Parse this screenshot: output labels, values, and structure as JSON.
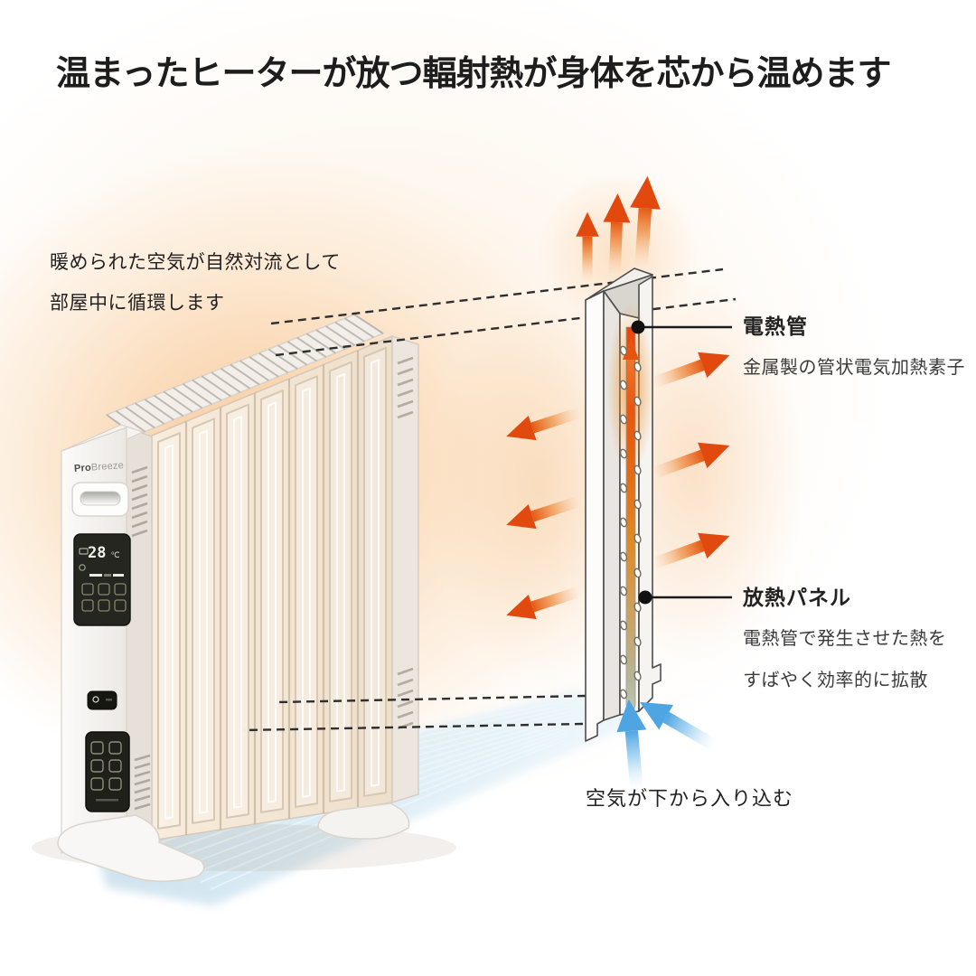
{
  "title": "温まったヒーターが放つ輻射熱が身体を芯から温めます",
  "convection_note": {
    "line1": "暖められた空気が自然対流として",
    "line2": "部屋中に循環します"
  },
  "callouts": {
    "heating_tube": {
      "label": "電熱管",
      "description": "金属製の管状電気加熱素子"
    },
    "radiator_panel": {
      "label": "放熱パネル",
      "description_line1": "電熱管で発生させた熱を",
      "description_line2": "すばやく効率的に拡散"
    },
    "air_intake": {
      "label": "空気が下から入り込む"
    }
  },
  "heater": {
    "brand_pro": "Pro",
    "brand_breeze": "Breeze",
    "display_temperature": "28",
    "display_unit": "℃"
  },
  "colors": {
    "heat_arrow": "#e2490e",
    "cool_arrow": "#51a8e6",
    "warm_glow": "#f5bd86",
    "title_text": "#1d1d1d",
    "body_text": "#333333"
  }
}
